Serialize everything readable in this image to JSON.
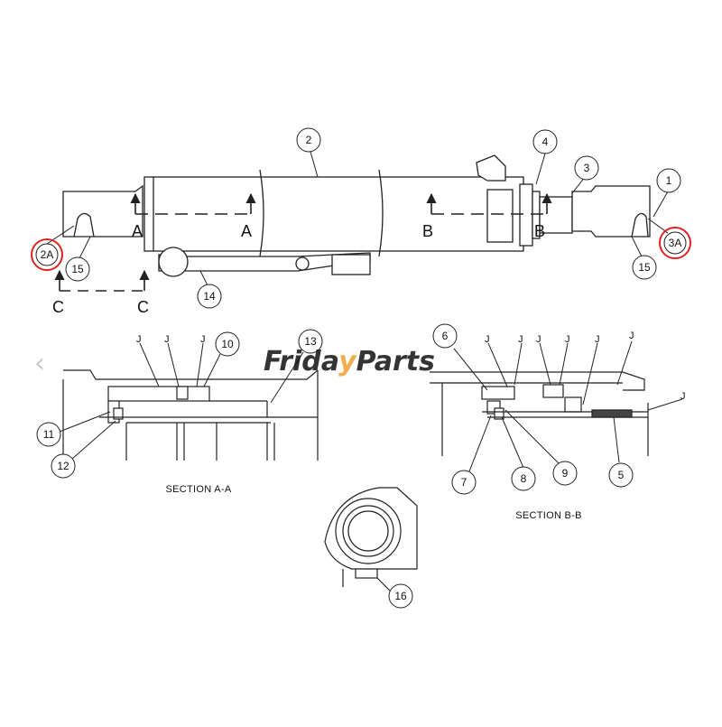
{
  "callouts": {
    "c1": "1",
    "c2": "2",
    "c2a": "2A",
    "c3": "3",
    "c3a": "3A",
    "c4": "4",
    "c5": "5",
    "c6": "6",
    "c7": "7",
    "c8": "8",
    "c9": "9",
    "c10": "10",
    "c11": "11",
    "c12": "12",
    "c13": "13",
    "c14": "14",
    "c15_left": "15",
    "c15_right": "15",
    "c16": "16"
  },
  "section_letters": {
    "a": "A",
    "b": "B",
    "c": "C"
  },
  "j_label": "J",
  "captions": {
    "section_aa": "SECTION A-A",
    "section_bb": "SECTION B-B"
  },
  "watermark": {
    "part1": "Frida",
    "part2": "y",
    "part3": "Parts"
  },
  "colors": {
    "highlight_ring": "#e02424",
    "watermark_blue": "#7f9fd6",
    "watermark_orange": "#f0a030",
    "line": "#222222"
  },
  "nav": {
    "prev_icon": "chevron-left-icon",
    "prev_glyph": "‹"
  }
}
